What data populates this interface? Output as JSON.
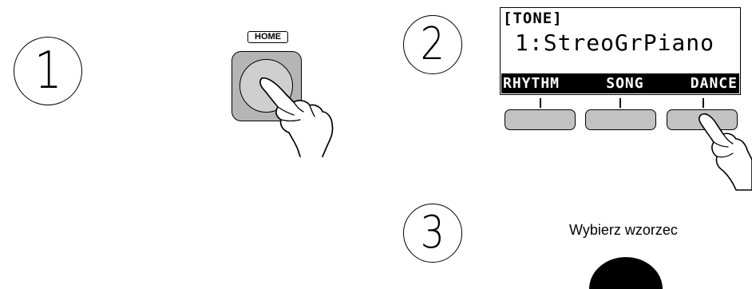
{
  "steps": {
    "step1": "1",
    "step2": "2",
    "step3": "3"
  },
  "home": {
    "label": "HOME"
  },
  "lcd": {
    "title": "[TONE]",
    "tone_line": "1:StreoGrPiano",
    "menu": [
      "RHYTHM",
      "SONG",
      "DANCE"
    ]
  },
  "instruction": "Wybierz wzorzec",
  "colors": {
    "button_fill": "#b5b5b5",
    "button_inner": "#cfcfcf",
    "soft_key_fill": "#c2c2c2",
    "lcd_menu_bg": "#000000"
  },
  "icons": [
    "hand-pointer-icon"
  ]
}
